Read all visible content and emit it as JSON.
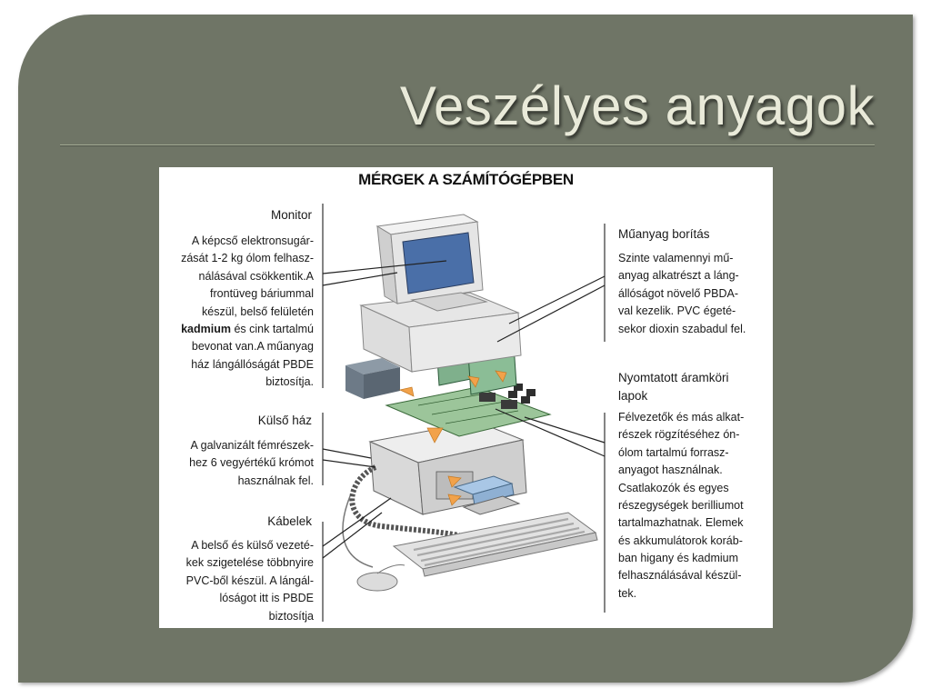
{
  "slide": {
    "title": "Veszélyes anyagok"
  },
  "figure": {
    "title": "MÉRGEK A SZÁMÍTÓGÉPBEN",
    "left": {
      "monitor": {
        "heading": "Monitor",
        "lines": [
          "A képcső elektronsugár-",
          "zását 1-2 kg ólom felhasz-",
          "nálásával csökkentik.A",
          "frontüveg báriummal",
          "készül, belső felületén",
          "kadmium",
          " és cink tartalmú",
          "bevonat van.A műanyag",
          "ház lángállóságát PBDE",
          "biztosítja."
        ]
      },
      "kulso_haz": {
        "heading": "Külső ház",
        "lines": [
          "A galvanizált fémrészek-",
          "hez 6 vegyértékű krómot",
          "használnak fel."
        ]
      },
      "kabelek": {
        "heading": "Kábelek",
        "lines": [
          "A belső és külső vezeté-",
          "kek szigetelése többnyire",
          "PVC-ből készül. A lángál-",
          "lóságot itt is PBDE",
          "biztosítja"
        ]
      }
    },
    "right": {
      "muanyag": {
        "heading": "Műanyag borítás",
        "lines": [
          "Szinte valamennyi mű-",
          "anyag alkatrészt a láng-",
          "állóságot növelő PBDA-",
          "val kezelik. PVC égeté-",
          "sekor dioxin szabadul fel."
        ]
      },
      "nyomtatott": {
        "heading_lines": [
          "Nyomtatott áramköri",
          "lapok"
        ],
        "lines": [
          "Félvezetők és más alkat-",
          "részek rögzítéséhez ón-",
          "ólom tartalmú forrasz-",
          "anyagot használnak.",
          "Csatlakozók és egyes",
          "részegységek berilliumot",
          "tartalmazhatnak. Elemek",
          "és akkumulátorok koráb-",
          "ban higany és kadmium",
          "felhasználásával készül-",
          "tek."
        ]
      }
    }
  }
}
